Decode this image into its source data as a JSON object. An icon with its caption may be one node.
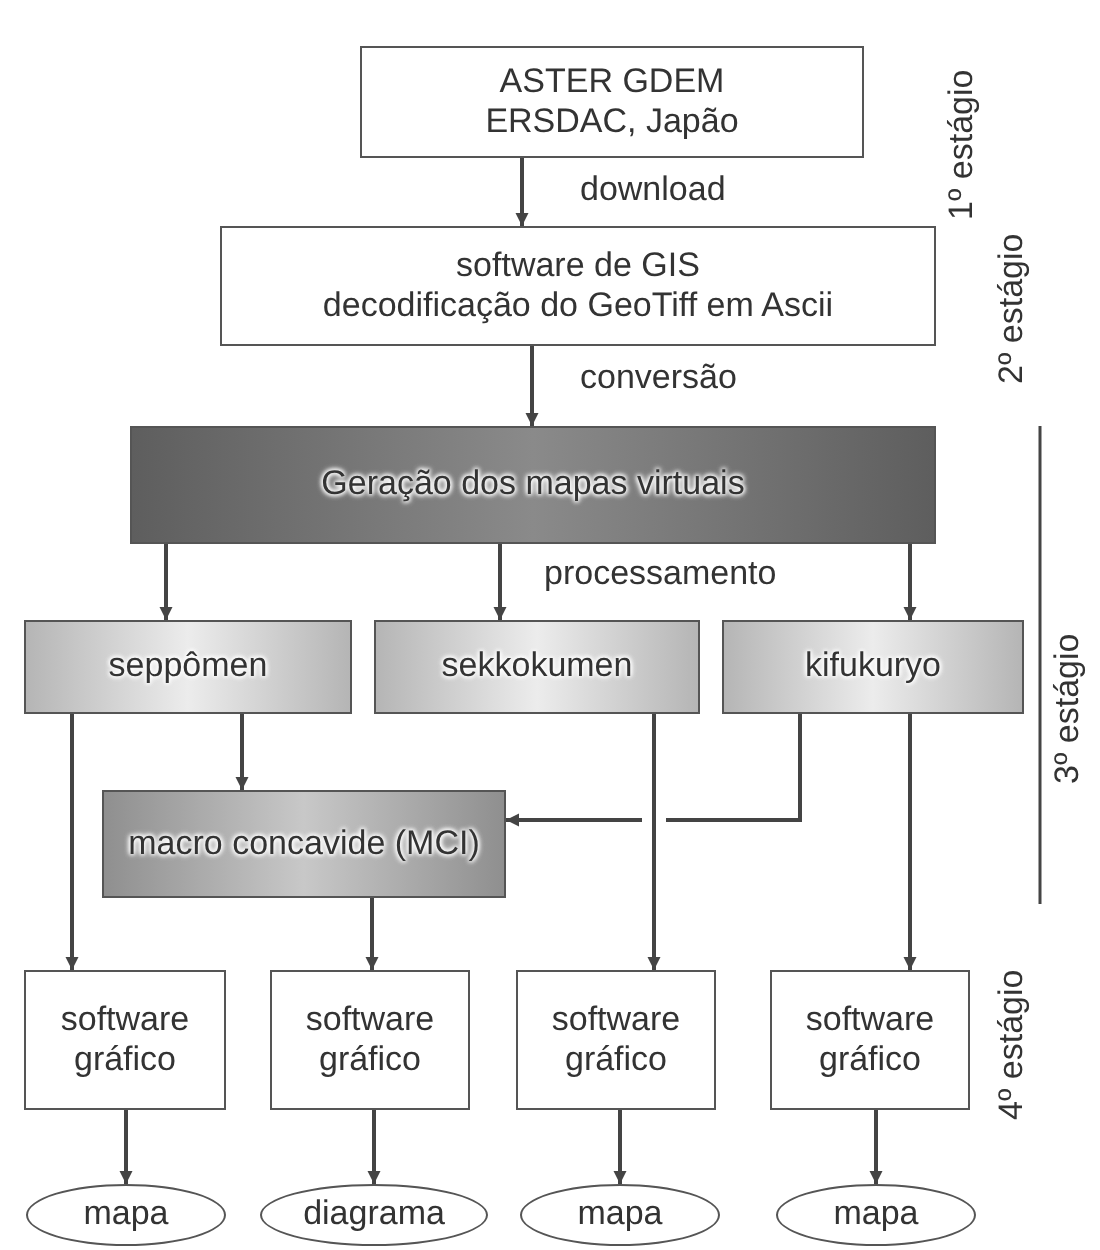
{
  "diagram": {
    "nodes": [
      {
        "text": [
          "ASTER GDEM",
          "ERSDAC, Japão"
        ]
      },
      {
        "text": [
          "software de GIS",
          "decodificação do GeoTiff em Ascii"
        ]
      },
      {
        "text": [
          "Geração dos mapas virtuais"
        ]
      },
      {
        "text": [
          "seppômen"
        ]
      },
      {
        "text": [
          "sekkokumen"
        ]
      },
      {
        "text": [
          "kifukuryo"
        ]
      },
      {
        "text": [
          "macro concavide (MCI)"
        ]
      },
      {
        "text": [
          "software gráfico"
        ]
      },
      {
        "text": [
          "software gráfico"
        ]
      },
      {
        "text": [
          "software gráfico"
        ]
      },
      {
        "text": [
          "software gráfico"
        ]
      },
      {
        "text": [
          "mapa"
        ]
      },
      {
        "text": [
          "diagrama"
        ]
      },
      {
        "text": [
          "mapa"
        ]
      },
      {
        "text": [
          "mapa"
        ]
      }
    ],
    "edges": [
      {
        "from": 0,
        "to": 1,
        "arrow": "to",
        "label": "download"
      },
      {
        "from": 1,
        "to": 2,
        "arrow": "to",
        "label": "conversão"
      },
      {
        "from": 2,
        "to": 3,
        "arrow": "to"
      },
      {
        "from": 2,
        "to": 4,
        "arrow": "to",
        "label": "processamento"
      },
      {
        "from": 2,
        "to": 5,
        "arrow": "to"
      },
      {
        "from": 3,
        "to": 7,
        "arrow": "to"
      },
      {
        "from": 3,
        "to": 6,
        "arrow": "to"
      },
      {
        "from": 5,
        "to": 6,
        "arrow": "to"
      },
      {
        "from": 6,
        "to": 8,
        "arrow": "to"
      },
      {
        "from": 4,
        "to": 9,
        "arrow": "to"
      },
      {
        "from": 5,
        "to": 10,
        "arrow": "to"
      },
      {
        "from": 7,
        "to": 11,
        "arrow": "to"
      },
      {
        "from": 8,
        "to": 12,
        "arrow": "to"
      },
      {
        "from": 9,
        "to": 13,
        "arrow": "to"
      },
      {
        "from": 10,
        "to": 14,
        "arrow": "to"
      }
    ],
    "labels": [
      "1º estágio",
      "2º estágio",
      "3º estágio",
      "4º estágio"
    ]
  }
}
